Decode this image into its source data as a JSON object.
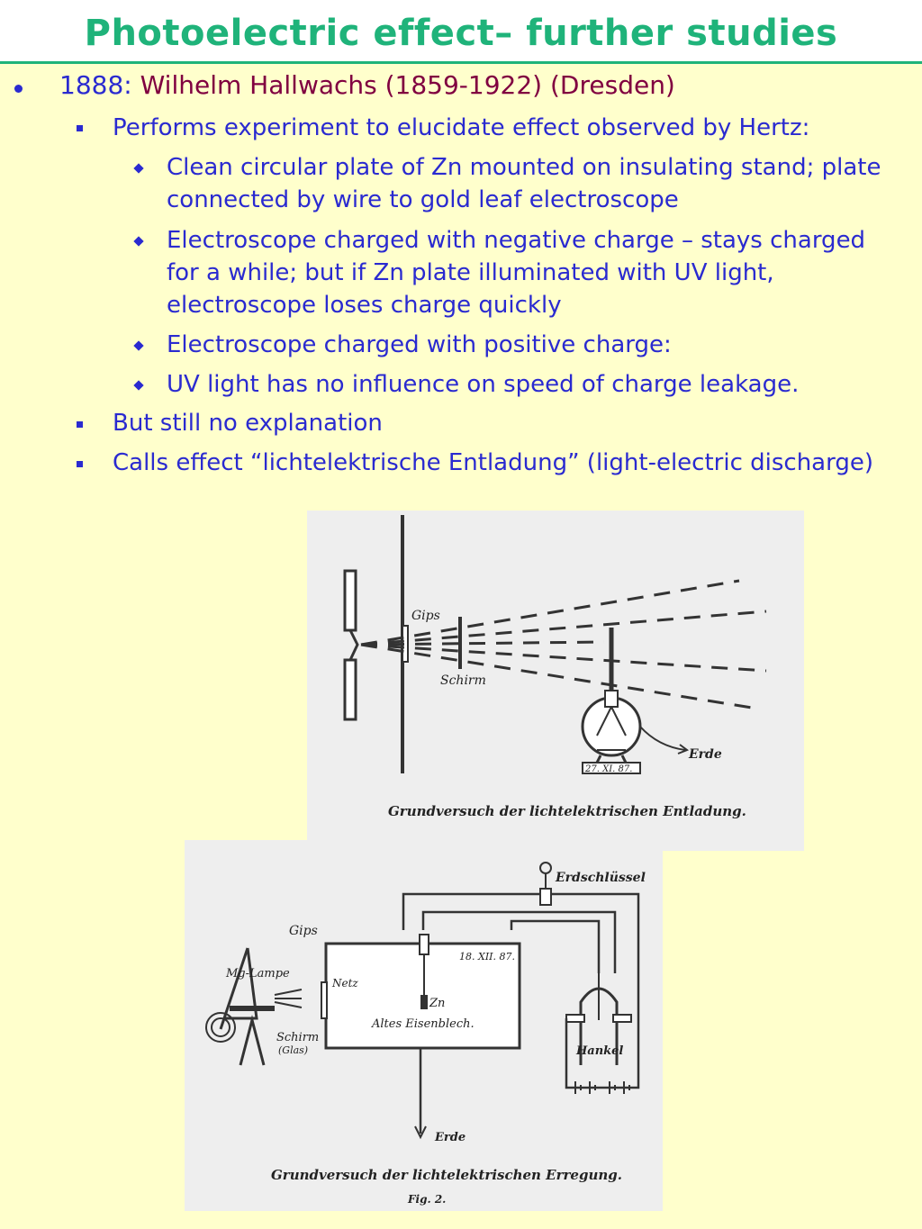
{
  "title": "Photoelectric effect– further studies",
  "bullets": {
    "l1_year": "1888:",
    "l1_rest": "Wilhelm Hallwachs (1859-1922) (Dresden)",
    "l2_a": "Performs experiment to elucidate effect observed by Hertz:",
    "l3_a": "Clean circular plate of Zn mounted on insulating stand; plate connected by wire to gold leaf electroscope",
    "l3_b": "Electroscope charged with negative charge – stays charged for a while; but if Zn plate illuminated with UV light, electroscope loses charge quickly",
    "l3_c": "Electroscope charged with positive charge:",
    "l3_d": "UV light has no influence on speed of charge leakage.",
    "l2_b": "But still no explanation",
    "l2_c": "Calls effect “lichtelektrische Entladung”  (light-electric discharge)"
  },
  "figure1": {
    "gips": "Gips",
    "schirm": "Schirm",
    "erde": "Erde",
    "date": "27. XI. 87.",
    "caption": "Grundversuch der lichtelektrischen Entladung."
  },
  "figure2": {
    "erdschlussel": "Erdschlüssel",
    "gips": "Gips",
    "mg_lampe": "Mg-Lampe",
    "netz": "Netz",
    "date": "18. XII. 87.",
    "zn": "Zn",
    "eisenblech": "Altes Eisenblech.",
    "schirm": "Schirm",
    "glas": "(Glas)",
    "hankel": "Hankel",
    "erde": "Erde",
    "caption": "Grundversuch der lichtelektrischen Erregung.",
    "fig_no": "Fig. 2."
  }
}
